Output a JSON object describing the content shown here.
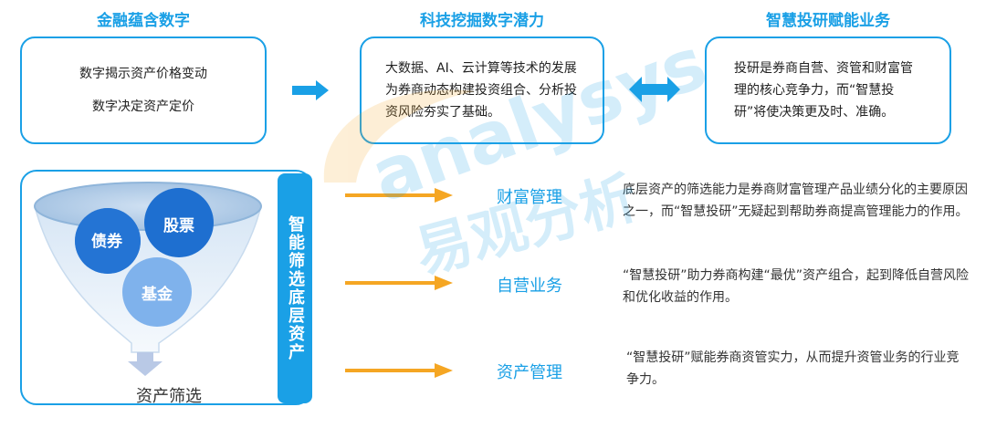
{
  "top": [
    {
      "title": "金融蕴含数字",
      "lines": [
        "数字揭示资产价格变动",
        "数字决定资产定价"
      ]
    },
    {
      "title": "科技挖掘数字潜力",
      "text": "大数据、AI、云计算等技术的发展为券商动态构建投资组合、分析投资风险夯实了基础。"
    },
    {
      "title": "智慧投研赋能业务",
      "text": "投研是券商自营、资管和财富管理的核心竞争力，而“智慧投研”将使决策更及时、准确。"
    }
  ],
  "watermark": {
    "latin": "analysys",
    "chinese": "易观分析"
  },
  "funnel": {
    "bubbles": [
      "债券",
      "股票",
      "基金"
    ],
    "output_label": "资产筛选",
    "side_label": "智能筛选底层资产"
  },
  "rows": [
    {
      "label": "财富管理",
      "text": "底层资产的筛选能力是券商财富管理产品业绩分化的主要原因之一，而“智慧投研”无疑起到帮助券商提高管理能力的作用。"
    },
    {
      "label": "自营业务",
      "text": "“智慧投研”助力券商构建“最优”资产组合，起到降低自营风险和优化收益的作用。"
    },
    {
      "label": "资产管理",
      "text": "“智慧投研”赋能券商资管实力，从而提升资管业务的行业竞争力。"
    }
  ],
  "colors": {
    "accent": "#1aa0e6",
    "arrow_orange": "#f5a623",
    "bubble_dark": "#1e6fd0",
    "bubble_light": "#7fb2ec"
  }
}
